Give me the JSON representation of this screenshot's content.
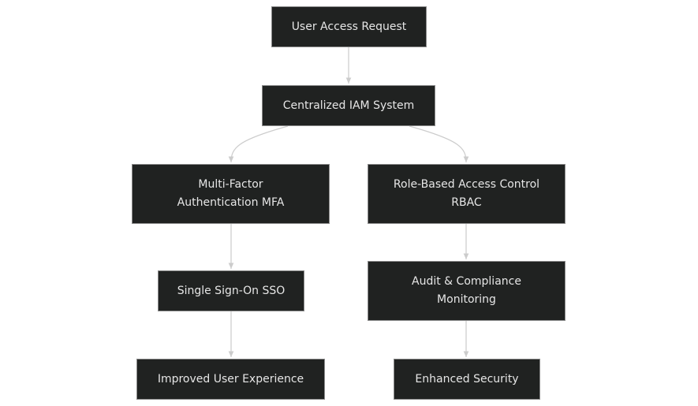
{
  "nodes": {
    "request": "User Access Request",
    "iam": "Centralized IAM System",
    "mfa": "Multi-Factor\nAuthentication MFA",
    "rbac": "Role-Based Access Control\nRBAC",
    "sso": "Single Sign-On SSO",
    "audit": "Audit & Compliance\nMonitoring",
    "ux": "Improved User Experience",
    "security": "Enhanced Security"
  },
  "colors": {
    "node_fill": "#202221",
    "node_border": "#8a8a8a",
    "node_text": "#e6e6e6",
    "edge": "#cccccc"
  }
}
